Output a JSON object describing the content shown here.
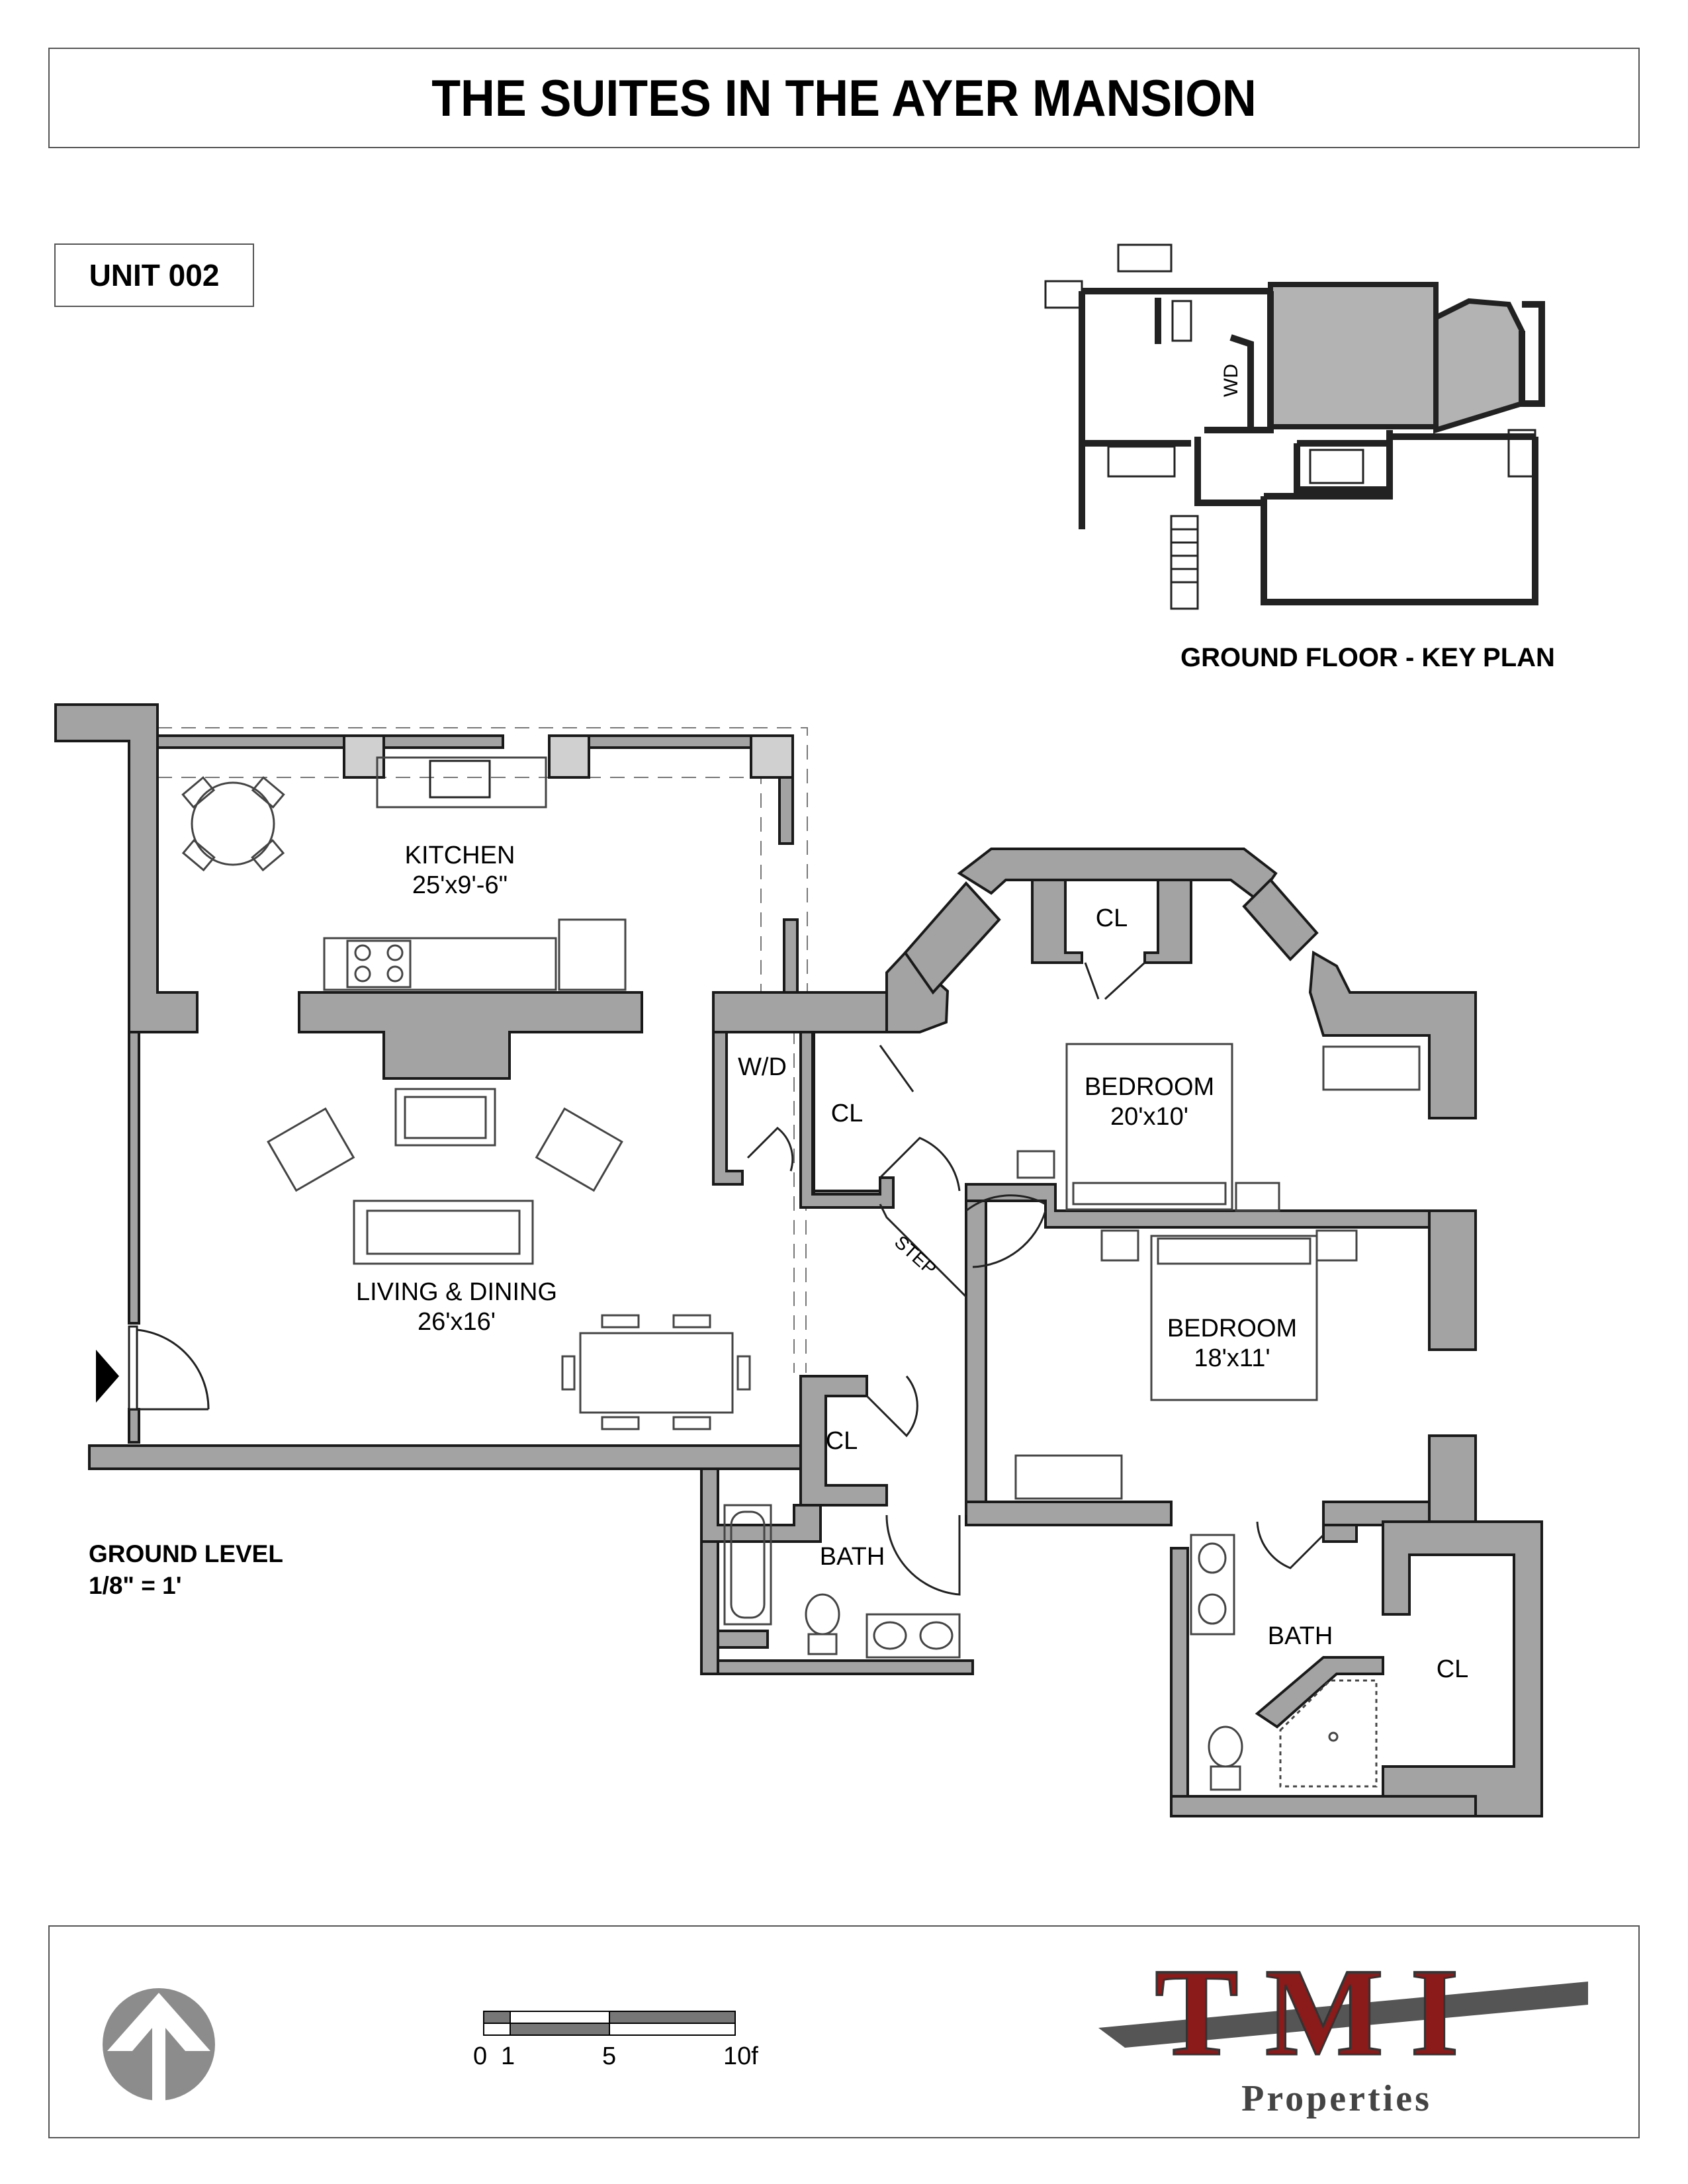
{
  "header": {
    "title": "THE SUITES IN THE AYER MANSION"
  },
  "unit": {
    "label": "UNIT 002"
  },
  "key_plan": {
    "caption": "GROUND FLOOR - KEY PLAN",
    "wd_label": "WD"
  },
  "rooms": {
    "kitchen": {
      "name": "KITCHEN",
      "size": "25'x9'-6\""
    },
    "living": {
      "name": "LIVING & DINING",
      "size": "26'x16'"
    },
    "bedroom_1": {
      "name": "BEDROOM",
      "size": "20'x10'"
    },
    "bedroom_2": {
      "name": "BEDROOM",
      "size": "18'x11'"
    },
    "closet_top": "CL",
    "closet_left": "CL",
    "closet_mid": "CL",
    "closet_right": "CL",
    "wd": "W/D",
    "bath_1": "BATH",
    "bath_2": "BATH",
    "step": "STEP"
  },
  "scale_note": {
    "level": "GROUND LEVEL",
    "scale": "1/8\" = 1'"
  },
  "scale_bar": {
    "labels": [
      "0",
      "1",
      "5",
      "10f"
    ]
  },
  "logo": {
    "word": "TMI",
    "sub": "Properties"
  },
  "colors": {
    "wall": "#a3a3a3",
    "wall_stroke": "#1a1a1a",
    "key_fill": "#b3b3b3",
    "logo_red": "#8b1a1a",
    "logo_gray": "#555555"
  },
  "icons": {
    "north_arrow": "north-arrow-icon",
    "entry_arrow": "entry-arrow-icon"
  }
}
